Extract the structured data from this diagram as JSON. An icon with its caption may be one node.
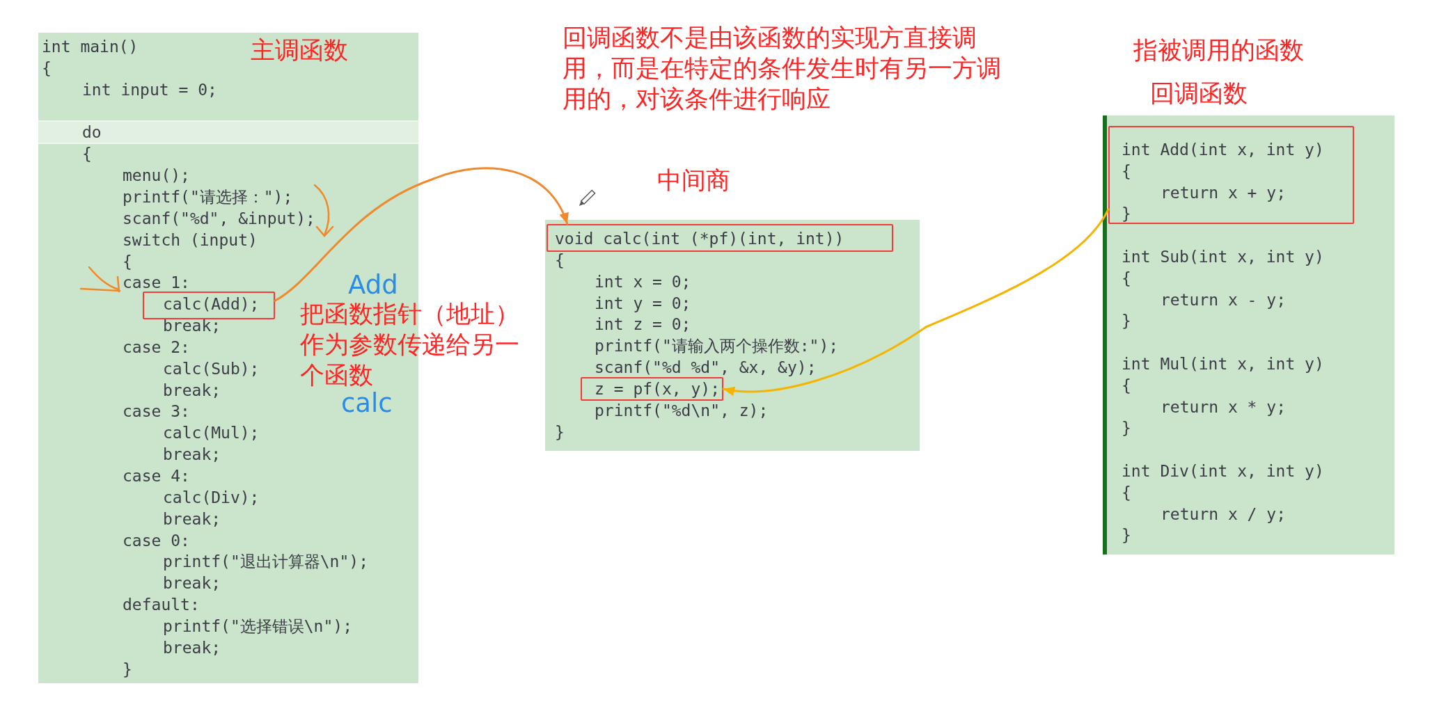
{
  "diagram": {
    "nodes": [
      {
        "text": [
          "int main()",
          "{",
          "int input = 0;",
          "do",
          "{",
          "menu();",
          "printf(\"请选择：\");",
          "scanf(\"%d\", &input);",
          "switch (input)",
          "{",
          "case 1:",
          "break;",
          "case 2:",
          "calc(Sub);",
          "break;",
          "case 3:",
          "calc(Mul);",
          "break;",
          "case 4:",
          "calc(Div);",
          "break;",
          "case 0:",
          "printf(\"退出计算器\\n\");",
          "break;",
          "default:",
          "printf(\"选择错误\\n\");",
          "break;",
          "}"
        ],
        "beside": [
          "主调函数"
        ]
      },
      {
        "text": [
          "calc(Add);"
        ],
        "in": 0
      },
      {
        "text": [
          "{",
          "int x = 0;",
          "int y = 0;",
          "int z = 0;",
          "printf(\"请输入两个操作数:\");",
          "scanf(\"%d %d\", &x, &y);",
          "printf(\"%d\\n\", z);",
          "}"
        ],
        "beside": [
          "中间商"
        ]
      },
      {
        "text": [
          "void calc(int (*pf)(int, int))"
        ],
        "in": 2
      },
      {
        "text": [
          "z = pf(x, y);"
        ],
        "in": 2
      },
      {
        "text": [
          "int Sub(int x, int y)",
          "{",
          "return x - y;",
          "}",
          "int Mul(int x, int y)",
          "{",
          "return x * y;",
          "}",
          "int Div(int x, int y)",
          "{",
          "return x / y;",
          "}"
        ],
        "beside": [
          "指被调用的函数",
          "回调函数"
        ]
      },
      {
        "text": [
          "int Add(int x, int y)",
          "{",
          "return x + y;",
          "}"
        ],
        "in": 5
      }
    ],
    "edges": [
      {
        "from": 1,
        "to": 3,
        "arrow": "to",
        "color": "#f0882c"
      },
      {
        "from": 6,
        "to": 4,
        "arrow": "to",
        "color": "#f5b400"
      }
    ],
    "labels": [
      "回调函数不是由该函数的实现方直接调用，而是在特定的条件发生时有另一方调用的，对该条件进行响应",
      "Add",
      "把函数指针（地址）作为参数传递给另一个函数",
      "calc"
    ]
  }
}
